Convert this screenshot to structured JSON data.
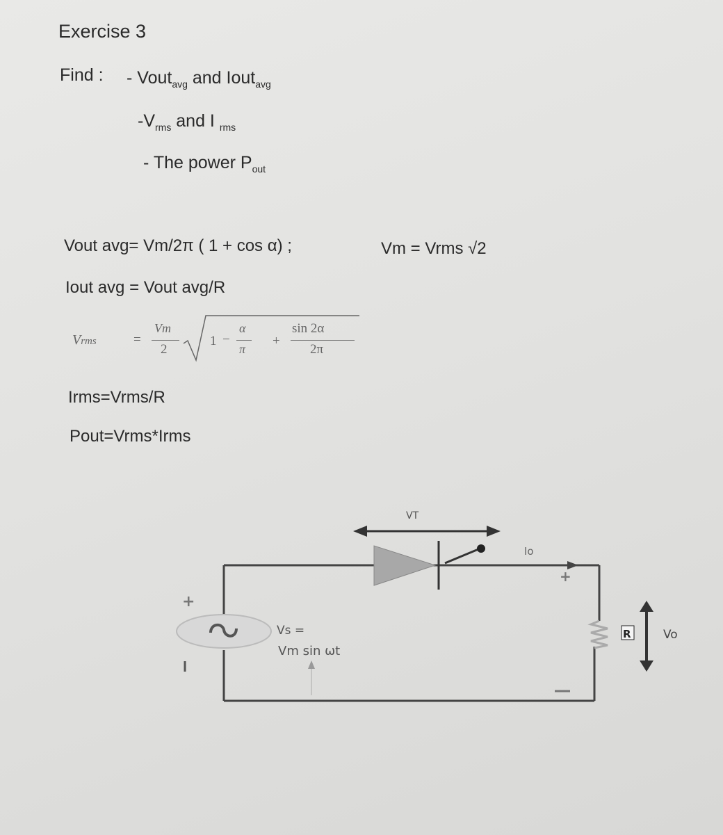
{
  "exercise": {
    "title": "Exercise 3"
  },
  "find": {
    "label": "Find :",
    "items": [
      {
        "prefix": "- Vout",
        "sub1": "avg",
        "mid": " and Iout",
        "sub2": "avg"
      },
      {
        "prefix": "-V",
        "sub1": "rms",
        "mid": " and I ",
        "sub2": "rms"
      },
      {
        "prefix": "- The power P",
        "sub1": "out"
      }
    ]
  },
  "formulas": {
    "vout_avg": "Vout avg= Vm/2π  ( 1 + cos α)  ;",
    "vm": "Vm = Vrms √2",
    "iout_avg": "Iout avg = Vout avg/R",
    "vrms": {
      "lhs": "V",
      "lhs_sub": "rms",
      "eq": "=",
      "num": "Vm",
      "den": "2",
      "one": "1",
      "minus": "−",
      "alpha": "α",
      "pi": "π",
      "plus": "+",
      "sin_num": "sin 2α",
      "sin_den": "2π"
    },
    "irms": "Irms=Vrms/R",
    "pout": "Pout=Vrms*Irms"
  },
  "circuit": {
    "vt_label": "VT",
    "io_label": "Io",
    "r_label": "R",
    "vo_label": "Vo",
    "vs_label": "Vs =",
    "vs_expr": "Vm sin ωt",
    "plus_sign": "+",
    "minus_sign": "−"
  }
}
